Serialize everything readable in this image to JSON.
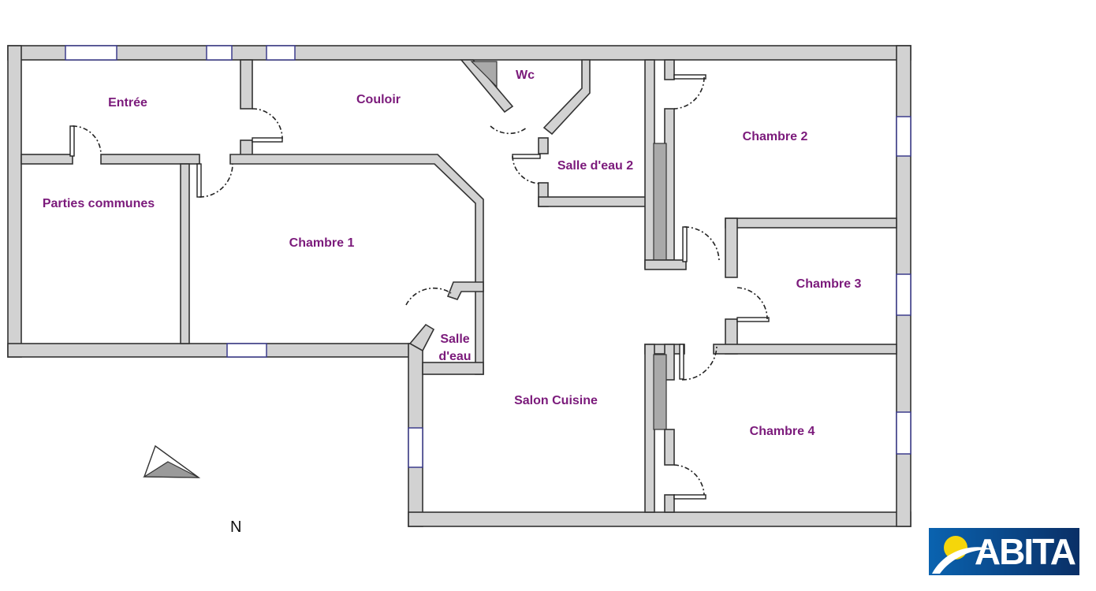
{
  "plan": {
    "rooms": {
      "entree": "Entrée",
      "couloir": "Couloir",
      "wc": "Wc",
      "salle_eau_2": "Salle d'eau 2",
      "chambre_2": "Chambre 2",
      "parties_communes": "Parties communes",
      "chambre_1": "Chambre 1",
      "chambre_3": "Chambre 3",
      "salle_eau_line1": "Salle",
      "salle_eau_line2": "d'eau",
      "salon_cuisine": "Salon Cuisine",
      "chambre_4": "Chambre 4"
    },
    "north_label": "N"
  },
  "logo": {
    "text": "ABITA",
    "colors": {
      "bg": "#0a4a8f",
      "sun": "#f5d60a"
    }
  }
}
